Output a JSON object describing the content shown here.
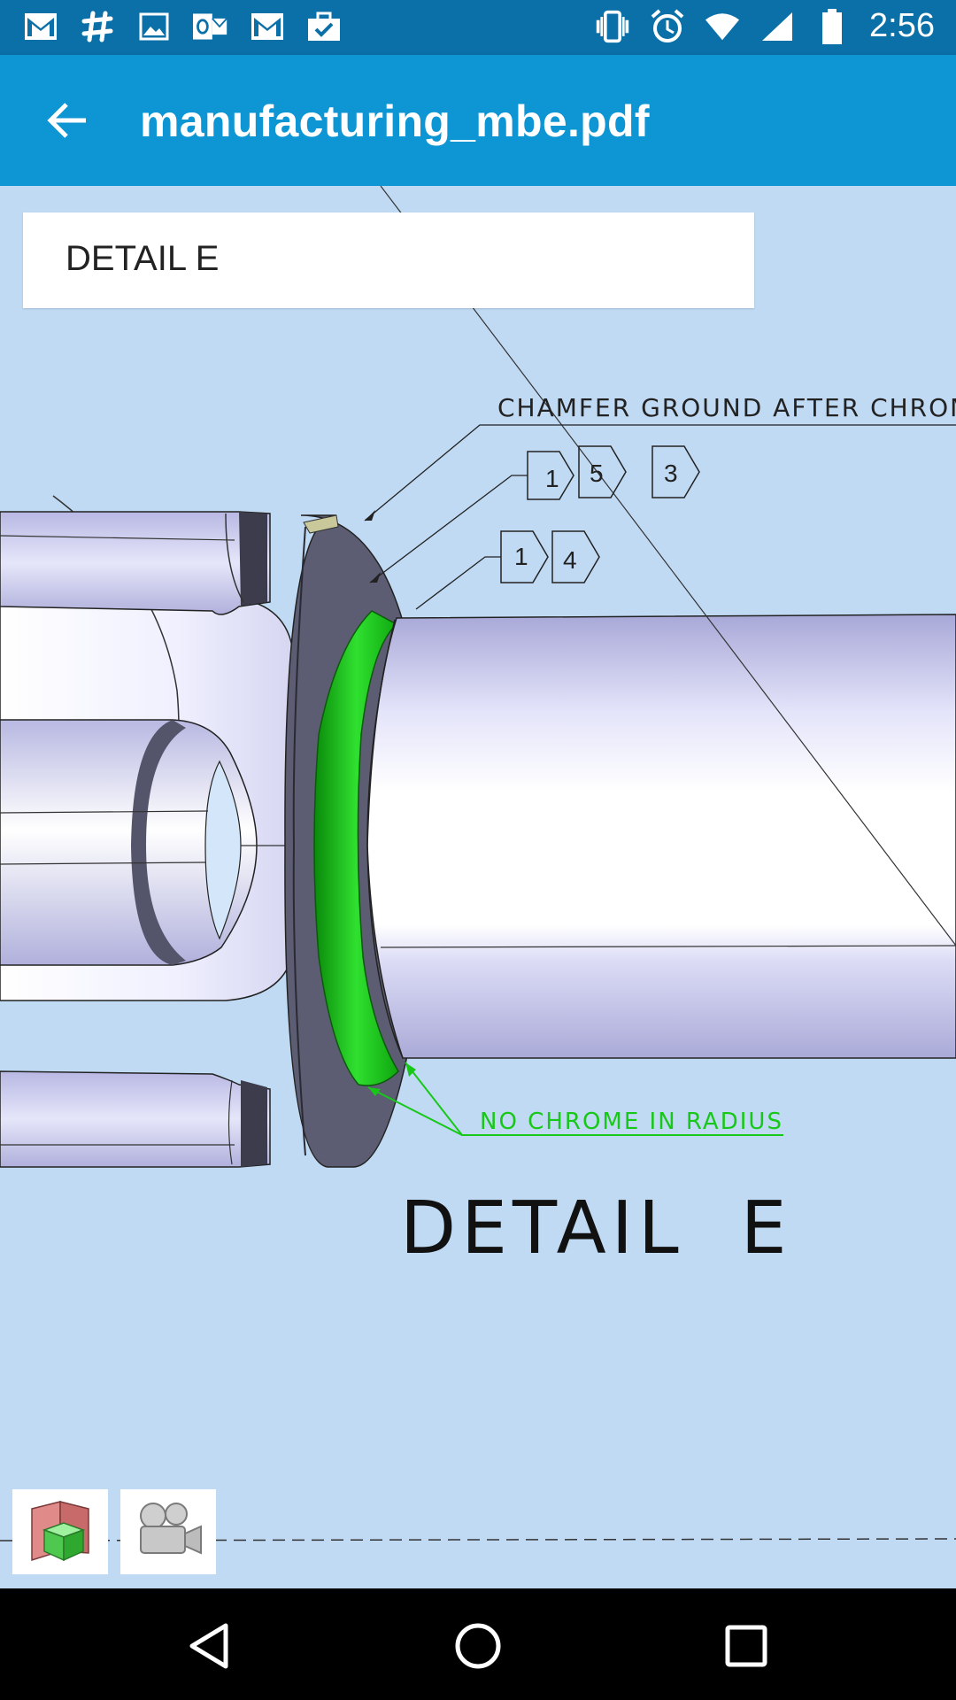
{
  "status_bar": {
    "time": "2:56",
    "left_icons": [
      "gmail-icon",
      "slack-icon",
      "image-icon",
      "outlook-icon",
      "gmail-icon",
      "tasks-icon"
    ],
    "right_icons": [
      "vibrate-icon",
      "alarm-icon",
      "wifi-icon",
      "signal-icon",
      "battery-icon"
    ]
  },
  "app_bar": {
    "title": "manufacturing_mbe.pdf"
  },
  "view_label": "DETAIL E",
  "drawing": {
    "note_top": "CHAMFER GROUND AFTER CHROMIU",
    "tags_row1": [
      "1",
      "5",
      "3"
    ],
    "tags_row2": [
      "1",
      "4"
    ],
    "note_bottom": "NO CHROME IN RADIUS",
    "detail_title": "DETAIL  E",
    "colors": {
      "background": "#c0daf4",
      "part_lavender": "#d8d8f6",
      "highlight_green": "#1ed21e",
      "dark_face": "#55556a",
      "annotation_green": "#18c818"
    }
  },
  "toolbar": {
    "buttons": [
      "3d-view-icon",
      "camera-icon"
    ]
  },
  "nav_bar": {
    "buttons": [
      "back-triangle-icon",
      "home-circle-icon",
      "recents-square-icon"
    ]
  }
}
